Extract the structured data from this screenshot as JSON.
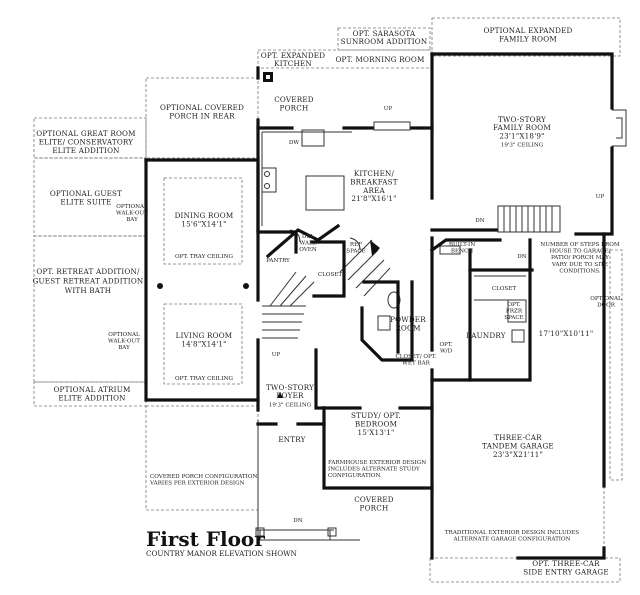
{
  "title": "First Floor",
  "subtitle": "COUNTRY MANOR ELEVATION SHOWN",
  "rooms": {
    "opt_expanded_family_room": [
      "OPTIONAL EXPANDED",
      "FAMILY ROOM"
    ],
    "opt_sarasota": [
      "OPT. SARASOTA",
      "SUNROOM ADDITION"
    ],
    "opt_expanded_kitchen": [
      "OPT. EXPANDED",
      "KITCHEN"
    ],
    "opt_morning_room": "OPT. MORNING ROOM",
    "optional_covered_porch_rear": [
      "OPTIONAL COVERED",
      "PORCH IN REAR"
    ],
    "covered_porch_rear": [
      "COVERED",
      "PORCH"
    ],
    "family_room": [
      "TWO-STORY",
      "FAMILY ROOM",
      "23'1\"X18'9\"",
      "19'3\" CEILING"
    ],
    "great_room": [
      "OPTIONAL GREAT ROOM",
      "ELITE/ CONSERVATORY",
      "ELITE ADDITION"
    ],
    "guest_suite": [
      "OPTIONAL GUEST",
      "ELITE SUITE"
    ],
    "walkout_bay_top": [
      "OPTIONAL",
      "WALK-OUT",
      "BAY"
    ],
    "dining_room": [
      "DINING ROOM",
      "15'6\"X14'1\""
    ],
    "opt_tray_ceiling": "OPT. TRAY CEILING",
    "kitchen": [
      "KITCHEN/",
      "BREAKFAST",
      "AREA",
      "21'8\"X16'1\""
    ],
    "dw": "DW",
    "up": "UP",
    "dn": "DN",
    "dbl_wall_oven": [
      "DBL",
      "WALL",
      "OVEN"
    ],
    "ref_space": [
      "REF",
      "SPACE"
    ],
    "pantry": "PANTRY",
    "closet": "CLOSET",
    "built_in_bench": [
      "BUILT-IN",
      "BENCH"
    ],
    "steps_note": [
      "NUMBER OF STEPS FROM",
      "HOUSE TO GARAGE/",
      "PATIO/ PORCH MAY",
      "VARY DUE TO SITE",
      "CONDITIONS."
    ],
    "optional_door": [
      "OPTIONAL",
      "DOOR"
    ],
    "retreat": [
      "OPT. RETREAT ADDITION/",
      "GUEST RETREAT ADDITION",
      "WITH BATH"
    ],
    "living_room": [
      "LIVING ROOM",
      "14'8\"X14'1\""
    ],
    "powder_room": [
      "POWDER",
      "ROOM"
    ],
    "laundry": "LAUNDRY",
    "opt_frzr_space": [
      "OPT.",
      "FRZR",
      "SPACE"
    ],
    "opt_wd": [
      "OPT.",
      "W/D"
    ],
    "closet_wet_bar": [
      "CLOSET/ OPT.",
      "WET BAR"
    ],
    "mudroom_dim": "17'10\"X10'11\"",
    "walkout_bay_bottom": [
      "OPTIONAL",
      "WALK-OUT",
      "BAY"
    ],
    "atrium": [
      "OPTIONAL ATRIUM",
      "ELITE ADDITION"
    ],
    "foyer": [
      "TWO-STORY",
      "FOYER",
      "19'3\" CEILING"
    ],
    "entry": "ENTRY",
    "study": [
      "STUDY/ OPT.",
      "BEDROOM",
      "15'X13'1\""
    ],
    "farmhouse_note": [
      "FARMHOUSE EXTERIOR DESIGN",
      "INCLUDES ALTERNATE STUDY",
      "CONFIGURATION."
    ],
    "garage": [
      "THREE-CAR",
      "TANDEM GARAGE",
      "23'3\"X21'11\""
    ],
    "porch_config_note": [
      "COVERED PORCH CONFIGURATION",
      "VARIES PER EXTERIOR DESIGN"
    ],
    "covered_porch_front": [
      "COVERED",
      "PORCH"
    ],
    "traditional_note": [
      "TRADITIONAL EXTERIOR DESIGN INCLUDES",
      "ALTERNATE GARAGE CONFIGURATION"
    ],
    "side_entry_garage": [
      "OPT. THREE-CAR",
      "SIDE ENTRY GARAGE"
    ]
  }
}
